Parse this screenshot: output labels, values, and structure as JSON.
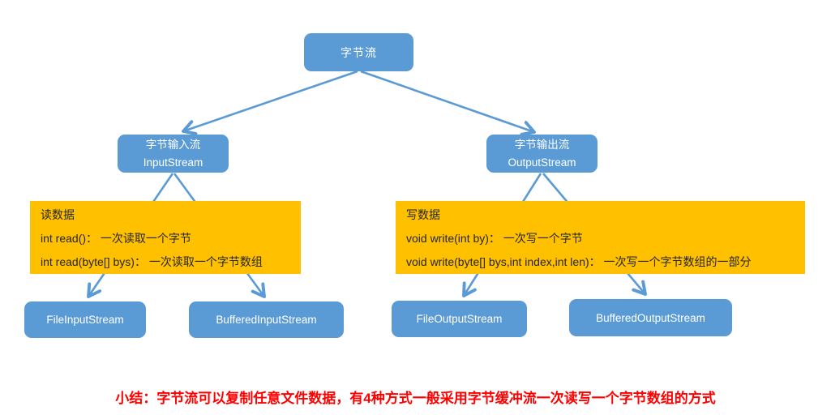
{
  "diagram": {
    "root": {
      "label": "字节流"
    },
    "input_branch": {
      "node": {
        "line1": "字节输入流",
        "line2": "InputStream"
      },
      "panel": {
        "title": "读数据",
        "lines": [
          "int read()：  一次读取一个字节",
          "int read(byte[] bys)：  一次读取一个字节数组"
        ]
      },
      "children": [
        "FileInputStream",
        "BufferedInputStream"
      ]
    },
    "output_branch": {
      "node": {
        "line1": "字节输出流",
        "line2": "OutputStream"
      },
      "panel": {
        "title": "写数据",
        "lines": [
          "void write(int by)：  一次写一个字节",
          "void write(byte[] bys,int index,int len)：  一次写一个字节数组的一部分"
        ]
      },
      "children": [
        "FileOutputStream",
        "BufferedOutputStream"
      ]
    },
    "summary": "小结：字节流可以复制任意文件数据，有4种方式一般采用字节缓冲流一次读写一个字节数组的方式"
  },
  "colors": {
    "node_blue": "#5B9BD5",
    "panel_orange": "#FFC000",
    "summary_red": "#FF0000",
    "connector_blue": "#5B9BD5",
    "panel_text": "#262626",
    "node_text": "#FFFFFF"
  }
}
